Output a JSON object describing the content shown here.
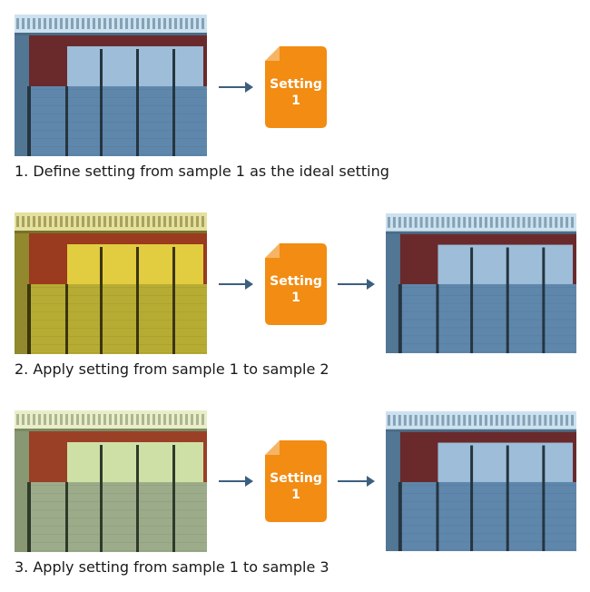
{
  "palette": {
    "arrow": "#3d5f7e",
    "doc": "#f28c13",
    "blue": {
      "top": "#cde2f0",
      "band": "#4a6c86",
      "red": "#6a2a2c",
      "panel": "#9dbdd8",
      "lower": "#5f87ac",
      "gap": "#25353f"
    },
    "yellow": {
      "top": "#e4e09e",
      "band": "#79702a",
      "red": "#9a3a1e",
      "panel": "#e2cc3f",
      "lower": "#b7ac33",
      "gap": "#3a3510"
    },
    "green": {
      "top": "#e9eec9",
      "band": "#7a8a64",
      "red": "#9a4026",
      "panel": "#cfe0a6",
      "lower": "#9cac8a",
      "gap": "#2f3a2a"
    }
  },
  "rows": [
    {
      "caption": "1. Define setting from sample 1 as the ideal setting",
      "input_tone": "blue",
      "doc_line1": "Setting",
      "doc_line2": "1",
      "has_output": false
    },
    {
      "caption": "2. Apply setting from sample 1 to sample 2",
      "input_tone": "yellow",
      "doc_line1": "Setting",
      "doc_line2": "1",
      "has_output": true,
      "output_tone": "blue"
    },
    {
      "caption": "3. Apply setting from sample 1 to sample 3",
      "input_tone": "green",
      "doc_line1": "Setting",
      "doc_line2": "1",
      "has_output": true,
      "output_tone": "blue"
    }
  ]
}
